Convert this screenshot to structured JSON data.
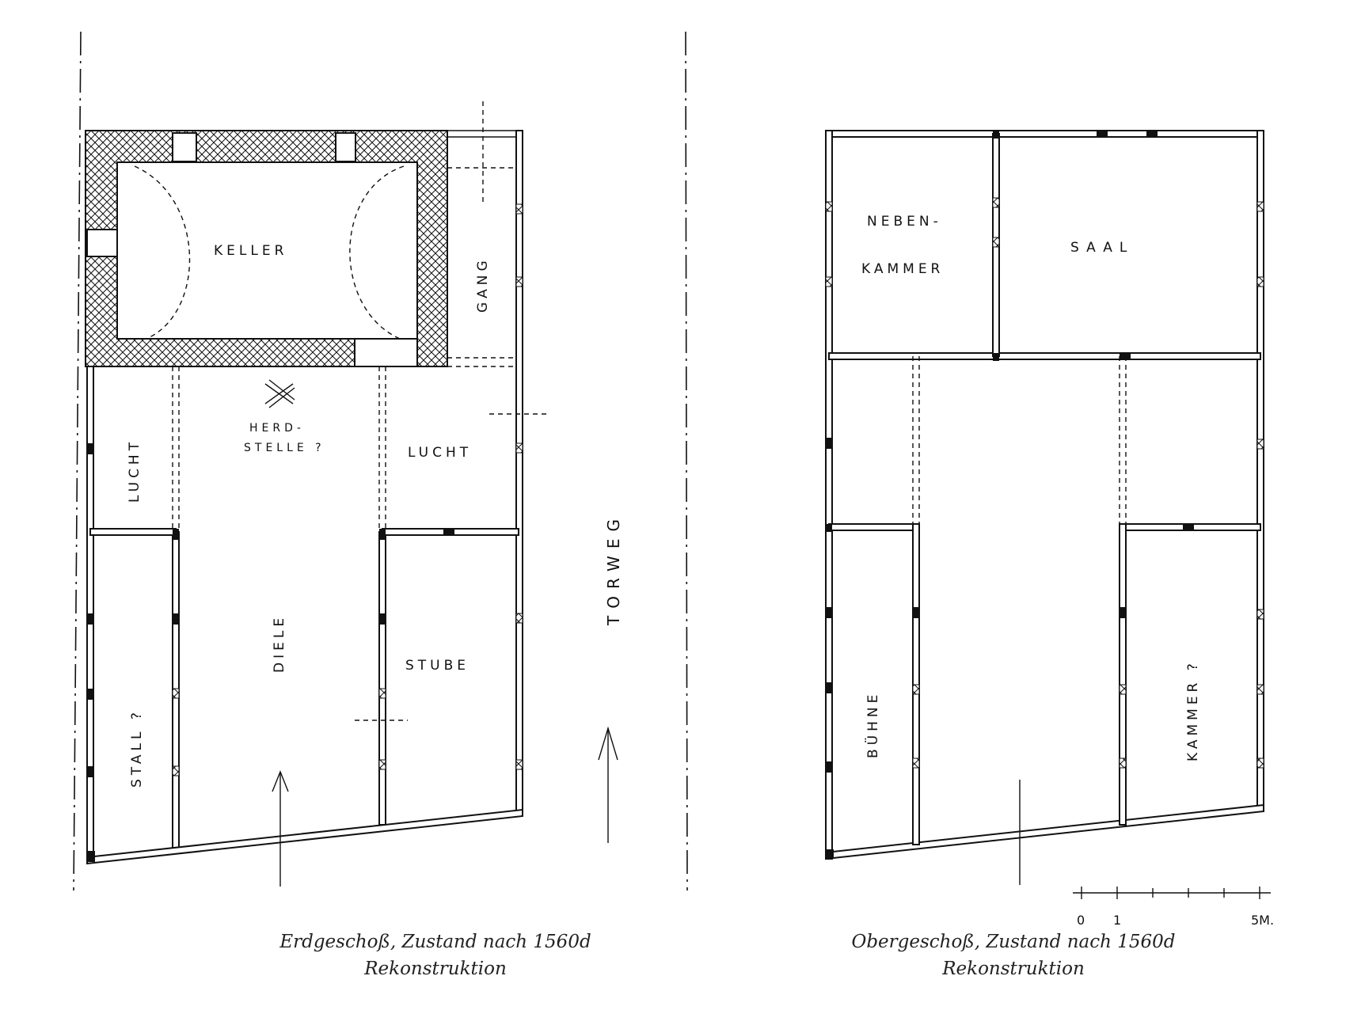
{
  "ground_floor": {
    "rooms": {
      "keller": "KELLER",
      "gang": "GANG",
      "herd_line1": "HERD-",
      "herd_line2": "STELLE ?",
      "lucht_left": "LUCHT",
      "lucht_right": "LUCHT",
      "diele": "DIELE",
      "stube": "STUBE",
      "stall": "STALL ?",
      "torweg": "TORWEG"
    },
    "caption_line1": "Erdgeschoß, Zustand nach 1560d",
    "caption_line2": "Rekonstruktion"
  },
  "upper_floor": {
    "rooms": {
      "neben_line1": "NEBEN-",
      "neben_line2": "KAMMER",
      "saal": "SAAL",
      "buehne": "BÜHNE",
      "kammer": "KAMMER ?"
    },
    "caption_line1": "Obergeschoß, Zustand nach 1560d",
    "caption_line2": "Rekonstruktion"
  },
  "scale_bar": {
    "label_0": "0",
    "label_1": "1",
    "label_5": "5M."
  }
}
